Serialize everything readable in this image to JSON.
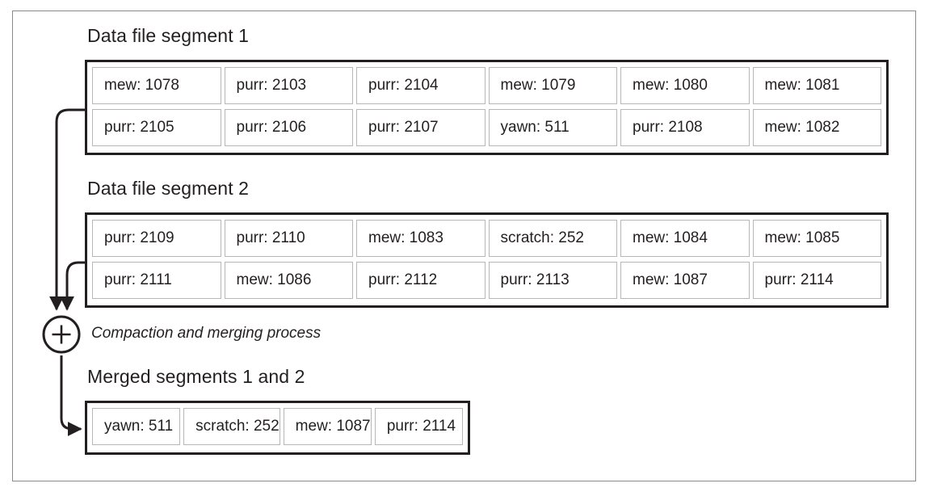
{
  "figure": {
    "segment1": {
      "title": "Data file segment 1",
      "rows": [
        [
          "mew: 1078",
          "purr: 2103",
          "purr: 2104",
          "mew: 1079",
          "mew: 1080",
          "mew: 1081"
        ],
        [
          "purr: 2105",
          "purr: 2106",
          "purr: 2107",
          "yawn: 511",
          "purr: 2108",
          "mew: 1082"
        ]
      ]
    },
    "segment2": {
      "title": "Data file segment 2",
      "rows": [
        [
          "purr: 2109",
          "purr: 2110",
          "mew: 1083",
          "scratch: 252",
          "mew: 1084",
          "mew: 1085"
        ],
        [
          "purr: 2111",
          "mew: 1086",
          "purr: 2112",
          "purr: 2113",
          "mew: 1087",
          "purr: 2114"
        ]
      ]
    },
    "process": {
      "node_symbol": "+",
      "label": "Compaction and merging process"
    },
    "merged": {
      "title": "Merged segments 1 and 2",
      "rows": [
        [
          "yawn: 511",
          "scratch: 252",
          "mew: 1087",
          "purr: 2114"
        ]
      ]
    },
    "colors": {
      "ink": "#231f20",
      "cell_border": "#b7b7b7",
      "frame_border": "#8a8a8a",
      "background": "#ffffff"
    }
  }
}
